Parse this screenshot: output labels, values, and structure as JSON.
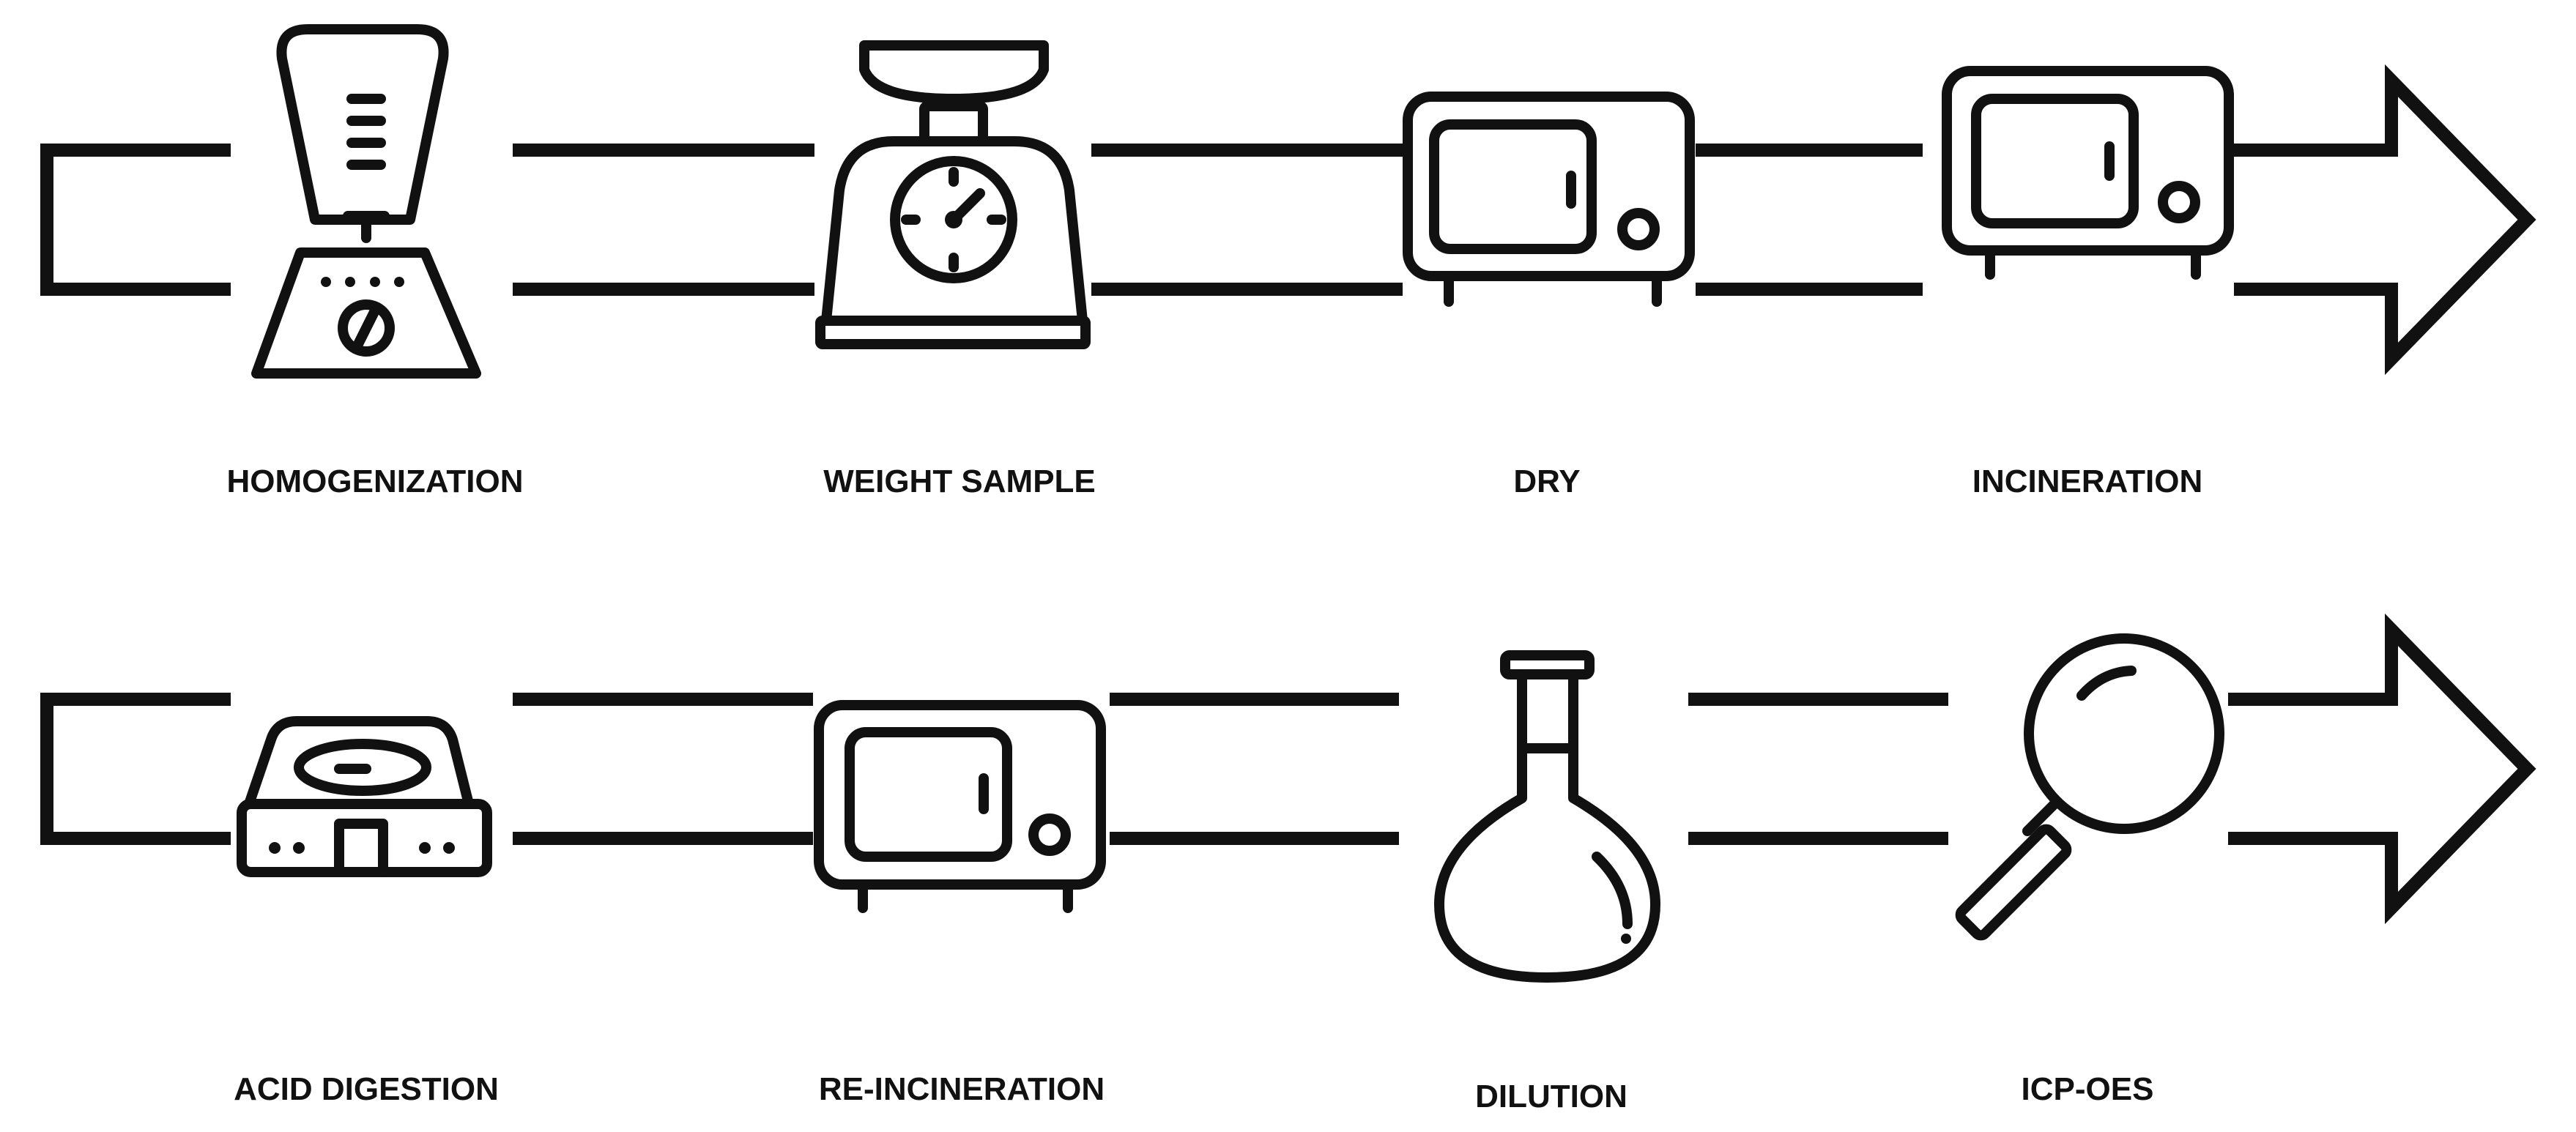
{
  "rows": [
    {
      "steps": [
        {
          "label": "HOMOGENIZATION",
          "icon": "blender-icon"
        },
        {
          "label": "WEIGHT SAMPLE",
          "icon": "kitchen-scale-icon"
        },
        {
          "label": "DRY",
          "icon": "oven-icon"
        },
        {
          "label": "INCINERATION",
          "icon": "furnace-icon"
        }
      ]
    },
    {
      "steps": [
        {
          "label": "ACID DIGESTION",
          "icon": "hot-plate-icon"
        },
        {
          "label": "RE-INCINERATION",
          "icon": "furnace-icon"
        },
        {
          "label": "DILUTION",
          "icon": "volumetric-flask-icon"
        },
        {
          "label": "ICP-OES",
          "icon": "magnifying-glass-icon"
        }
      ]
    }
  ],
  "colors": {
    "stroke": "#111111",
    "background": "#ffffff"
  }
}
